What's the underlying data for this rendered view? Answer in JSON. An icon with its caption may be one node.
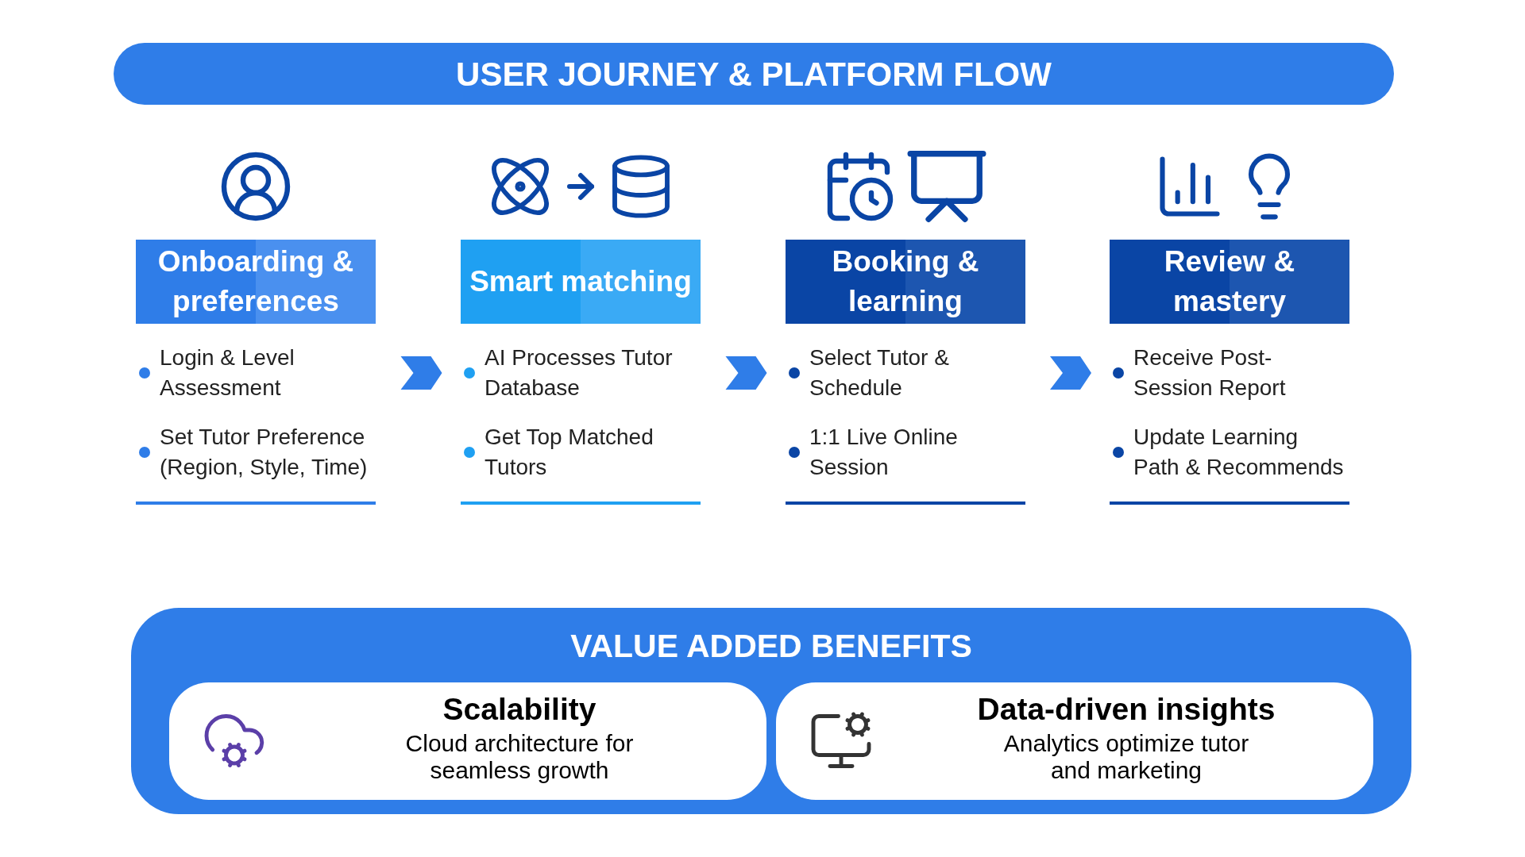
{
  "diagram": {
    "title": "USER JOURNEY & PLATFORM FLOW",
    "nodes": [
      {
        "text": [
          "Onboarding & preferences",
          "Login & Level Assessment",
          "Set Tutor Preference (Region, Style, Time)"
        ]
      },
      {
        "text": [
          "Smart matching",
          "AI Processes Tutor Database",
          "Get Top Matched Tutors"
        ]
      },
      {
        "text": [
          "Booking & learning",
          "Select Tutor & Schedule",
          "1:1 Live Online Session"
        ]
      },
      {
        "text": [
          "Review & mastery",
          "Receive Post-Session Report",
          "Update Learning Path & Recommends"
        ]
      },
      {
        "text": [
          "VALUE ADDED BENEFITS"
        ]
      },
      {
        "text": [
          "Scalability",
          "Cloud architecture for seamless growth"
        ],
        "in": 4
      },
      {
        "text": [
          "Data-driven insights",
          "Analytics optimize tutor and marketing"
        ],
        "in": 4
      }
    ],
    "edges": [
      {
        "from": 0,
        "to": 1,
        "arrow": "to"
      },
      {
        "from": 1,
        "to": 2,
        "arrow": "to"
      },
      {
        "from": 2,
        "to": 3,
        "arrow": "to"
      }
    ]
  }
}
